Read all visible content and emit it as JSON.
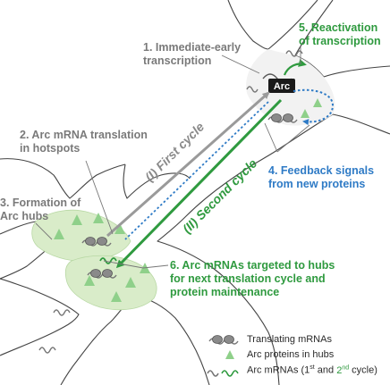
{
  "labels": {
    "step1_line1": "1. Immediate-early",
    "step1_line2": "transcription",
    "step2_line1": "2. Arc mRNA translation",
    "step2_line2": "in hotspots",
    "step3_line1": "3. Formation of",
    "step3_line2": "Arc hubs",
    "step4_line1": "4. Feedback signals",
    "step4_line2": "from new proteins",
    "step5_line1": "5. Reactivation",
    "step5_line2": "of transcription",
    "step6_line1": "6. Arc mRNAs targeted to hubs",
    "step6_line2": "for next translation cycle and",
    "step6_line3": "protein maintenance"
  },
  "arrows": {
    "first_cycle": "(I) First cycle",
    "second_cycle": "(II) Second cycle"
  },
  "gene_label": "Arc",
  "legend": {
    "translating": "Translating mRNAs",
    "proteins": "Arc proteins in hubs",
    "mrnas_prefix": "Arc mRNAs (1",
    "mrnas_sup1": "st",
    "mrnas_and": " and ",
    "mrnas_sup2_num": "2",
    "mrnas_sup2": "nd",
    "mrnas_suffix": " cycle)"
  },
  "colors": {
    "grey_text": "#7a7a7a",
    "blue_text": "#2f7bc6",
    "green": "#2f9a3f",
    "light_green": "#8fd08a",
    "hub_fill": "#d9ecc9"
  }
}
